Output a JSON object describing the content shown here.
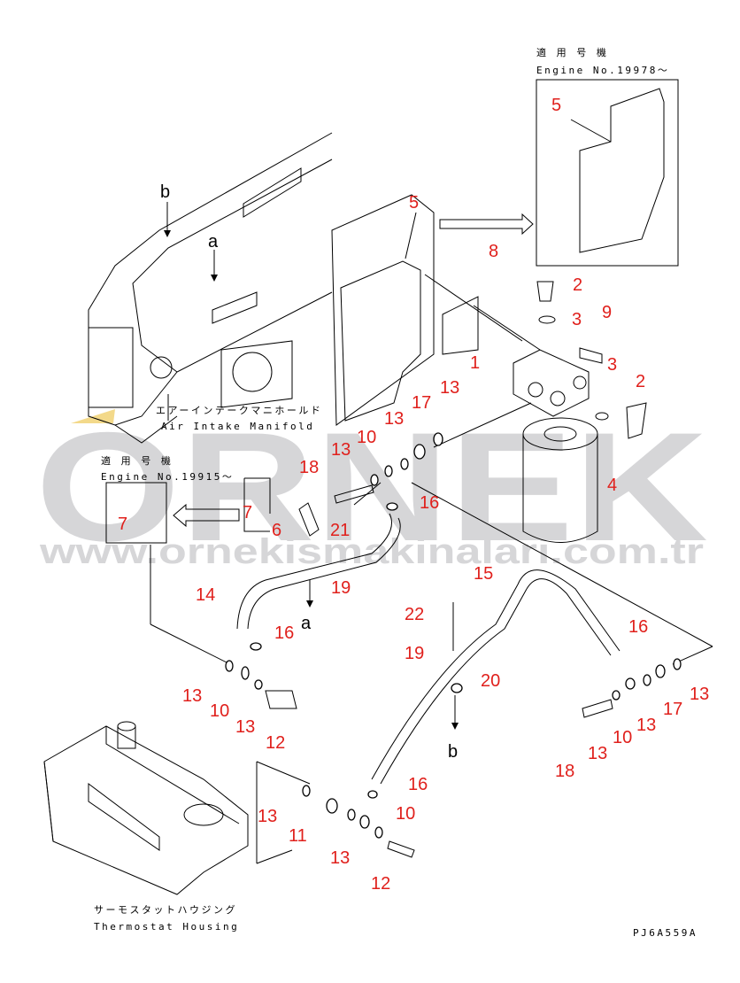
{
  "watermark": {
    "brand": "ORNEK",
    "url": "www.ornekismakinalari.com.tr"
  },
  "notes": {
    "top_right_jp": "適 用 号 機",
    "top_right_en": "Engine No.19978～",
    "left_jp": "適 用 号 機",
    "left_en": "Engine No.19915～",
    "manifold_jp": "エアーインテークマニホールド",
    "manifold_en": "Air Intake Manifold",
    "thermostat_jp": "サーモスタットハウジング",
    "thermostat_en": "Thermostat Housing",
    "drawing_code": "PJ6A559A"
  },
  "letters": [
    "b",
    "a",
    "a",
    "b"
  ],
  "callouts": [
    "5",
    "8",
    "2",
    "3",
    "9",
    "1",
    "3",
    "2",
    "13",
    "17",
    "13",
    "10",
    "13",
    "18",
    "7",
    "6",
    "16",
    "21",
    "4",
    "5",
    "7",
    "19",
    "14",
    "16",
    "15",
    "22",
    "19",
    "16",
    "20",
    "13",
    "10",
    "13",
    "12",
    "13",
    "17",
    "13",
    "10",
    "13",
    "18",
    "16",
    "13",
    "11",
    "10",
    "13",
    "12"
  ],
  "colors": {
    "callout": "#e0201c",
    "watermark": "#d6d6d8"
  }
}
